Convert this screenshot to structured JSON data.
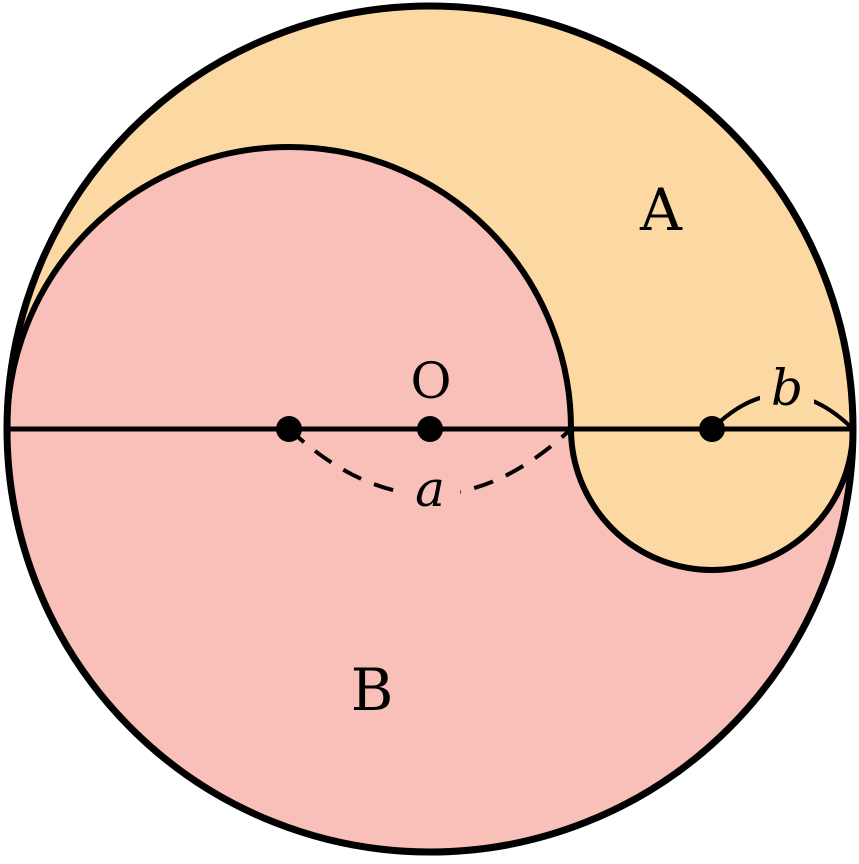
{
  "diagram": {
    "labels": {
      "region_a": "A",
      "region_b": "B",
      "center": "O",
      "length_a": "a",
      "length_b": "b"
    },
    "colors": {
      "region_a_fill": "#fcd9a2",
      "region_b_fill": "#f8c0b8",
      "stroke": "#000000",
      "background": "#ffffff"
    }
  }
}
